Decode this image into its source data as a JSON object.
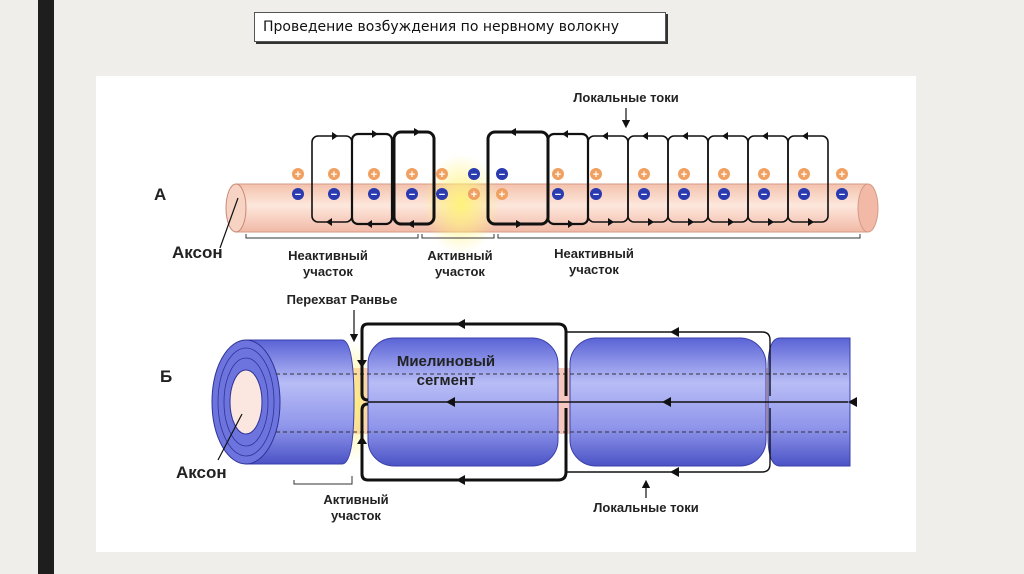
{
  "slide_title": "Проведение возбуждения по нервному волокну",
  "part_a": {
    "letter": "А",
    "local_currents": "Локальные токи",
    "axon": "Аксон",
    "inactive_left": [
      "Неактивный",
      "участок"
    ],
    "active": [
      "Активный",
      "участок"
    ],
    "inactive_right": [
      "Неактивный",
      "участок"
    ],
    "plus_sign": "+",
    "minus_sign": "−"
  },
  "part_b": {
    "letter": "Б",
    "node_of_ranvier": "Перехват Ранвье",
    "myelin_segment": [
      "Миелиновый",
      "сегмент"
    ],
    "axon": "Аксон",
    "active": [
      "Активный",
      "участок"
    ],
    "local_currents": "Локальные токи"
  },
  "colors": {
    "axon_fill": "#f5c8b8",
    "myelin_fill": "#7f86e6",
    "plus_badge": "#f0a060",
    "minus_badge": "#2a3bb0",
    "active_glow": "#ffe46a"
  }
}
